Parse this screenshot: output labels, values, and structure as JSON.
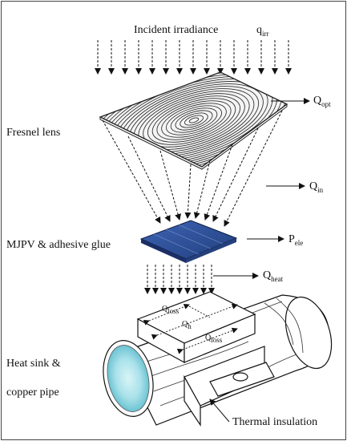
{
  "labels": {
    "incident": "Incident irradiance",
    "q_irr": "q",
    "q_irr_sub": "irr",
    "fresnel": "Fresnel lens",
    "q_opt": "Q",
    "q_opt_sub": "opt",
    "q_in": "Q",
    "q_in_sub": "in",
    "mjpv": "MJPV & adhesive glue",
    "p_ele": "P",
    "p_ele_sub": "ele",
    "q_heat": "Q",
    "q_heat_sub": "heat",
    "heat_sink_line1": "Heat sink &",
    "heat_sink_line2": "copper pipe",
    "thermal": "Thermal insulation",
    "q_loss_1": "Q",
    "q_loss_1_sub": "loss",
    "q_h": "Q",
    "q_h_sub": "h",
    "q_loss_2": "Q",
    "q_loss_2_sub": "loss"
  },
  "colors": {
    "line": "#111111",
    "cell_blue": "#2e4f98",
    "cell_dark": "#1b2f66",
    "water": "#a9e1ea"
  }
}
